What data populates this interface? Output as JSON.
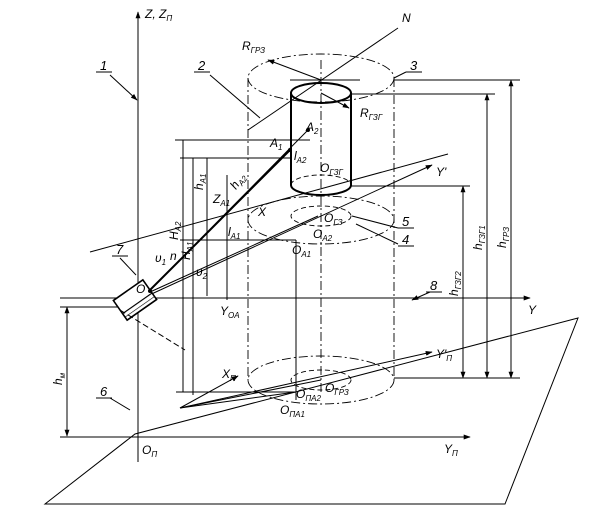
{
  "labels": {
    "axis_z": "Z, Z",
    "axis_z_sub": "П",
    "N": "N",
    "R_grz": "R",
    "R_grz_sub": "ГРЗ",
    "R_gzg": "R",
    "R_gzg_sub": "ГЗГ",
    "A2": "A",
    "A2_sub": "2",
    "A1": "A",
    "A1_sub": "1",
    "lA2": "l",
    "lA2_sub": "A2",
    "O_gzg": "O",
    "O_gzg_sub": "ГЗГ",
    "Y_prime": "Y'",
    "hA1": "h",
    "hA1_sub": "A1",
    "hA2": "h",
    "hA2_sub": "A2",
    "HA2": "H",
    "HA2_sub": "A2",
    "HA1": "H",
    "HA1_sub": "A1",
    "ZA1": "Z",
    "ZA1_sub": "A1",
    "X": "X",
    "lA1": "l",
    "lA1_sub": "A1",
    "O_gz": "O",
    "O_gz_sub": "ГЗ",
    "OA2": "O",
    "OA2_sub": "A2",
    "OA1": "O",
    "OA1_sub": "A1",
    "v1": "υ",
    "v1_sub": "1",
    "n": "n",
    "v2": "υ",
    "v2_sub": "2",
    "O": "O",
    "Y_OA": "Y",
    "Y_OA_sub": "OA",
    "Y": "Y",
    "h_gzg2": "h",
    "h_gzg2_sub": "ГЗГ2",
    "h_gzg1": "h",
    "h_gzg1_sub": "ГЗГ1",
    "h_grz": "h",
    "h_grz_sub": "ГРЗ",
    "h_m": "h",
    "h_m_sub": "м",
    "Y_p_prime": "Y'",
    "Y_p_prime_sub": "П",
    "X_p": "X",
    "X_p_sub": "П",
    "O_pa2": "O",
    "O_pa2_sub": "ПА2",
    "O_grz": "O",
    "O_grz_sub": "ГРЗ",
    "O_pa1": "O",
    "O_pa1_sub": "ПА1",
    "O_p": "O",
    "O_p_sub": "П",
    "Y_p": "Y",
    "Y_p_sub": "П"
  },
  "callouts": [
    "1",
    "2",
    "3",
    "4",
    "5",
    "6",
    "7",
    "8"
  ]
}
